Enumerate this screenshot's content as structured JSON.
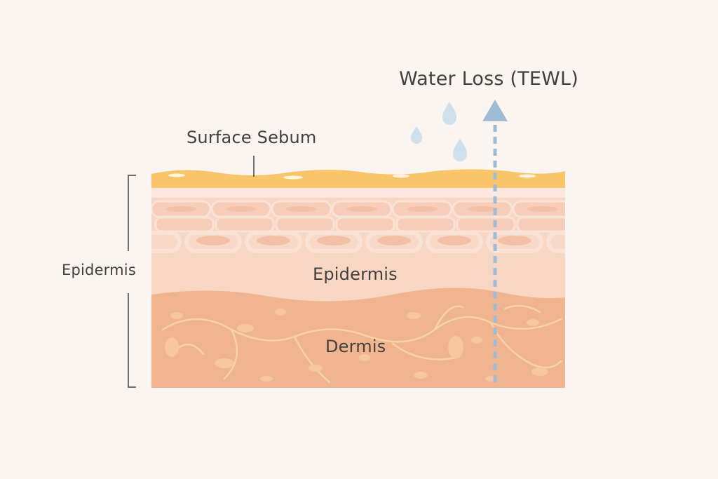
{
  "labels": {
    "water_loss": "Water Loss (TEWL)",
    "surface_sebum": "Surface Sebum",
    "bracket_epidermis": "Epidermis",
    "layer_epidermis": "Epidermis",
    "layer_dermis": "Dermis"
  },
  "colors": {
    "background": "#faf5f0",
    "sebum": "#f8c56a",
    "epidermis": "#f8d6c4",
    "dermis": "#f0b58e",
    "arrow": "#9fbbd6",
    "drops": "#cfe0ec",
    "text": "#444040"
  }
}
